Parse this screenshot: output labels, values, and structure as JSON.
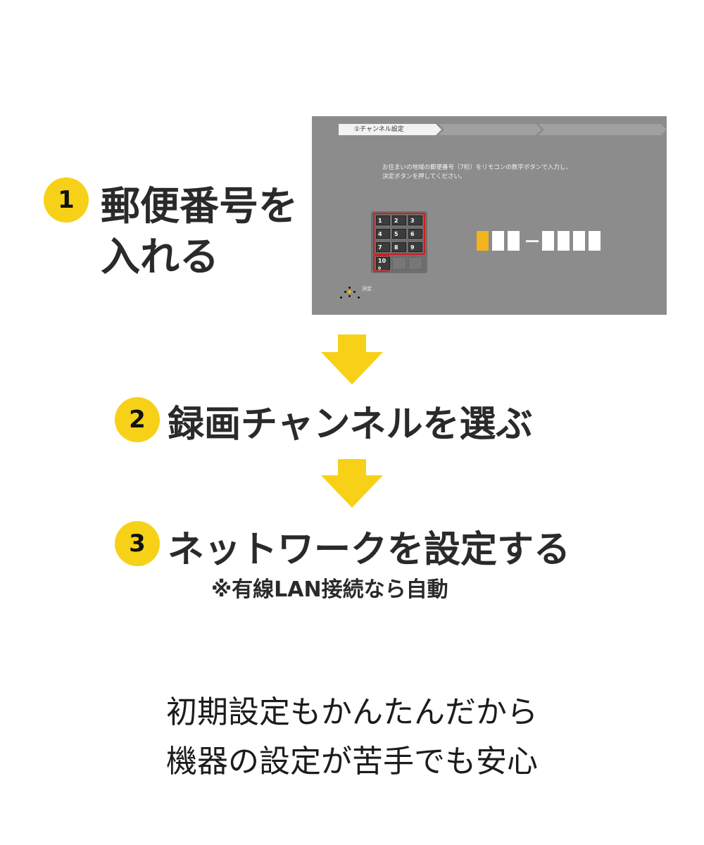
{
  "steps": [
    {
      "number": "1",
      "line1": "郵便番号を",
      "line2": "入れる"
    },
    {
      "number": "2",
      "text": "録画チャンネルを選ぶ"
    },
    {
      "number": "3",
      "text": "ネットワークを設定する",
      "note": "※有線LAN接続なら自動"
    }
  ],
  "screen": {
    "step_label": "①チャンネル設定",
    "instruction_line1": "お住まいの地域の郵便番号（7桁）をリモコンの数字ボタンで入力し、",
    "instruction_line2": "決定ボタンを押してください。",
    "keys": [
      "1",
      "2",
      "3",
      "4",
      "5",
      "6",
      "7",
      "8",
      "9",
      "10"
    ],
    "key10_sub": "0",
    "enter_label": "決定"
  },
  "footer": {
    "line1": "初期設定もかんたんだから",
    "line2": "機器の設定が苦手でも安心"
  },
  "colors": {
    "accent": "#f7d117",
    "screen_bg": "#8c8c8c",
    "highlight": "#d21e1e",
    "active_box": "#f2b41c"
  }
}
